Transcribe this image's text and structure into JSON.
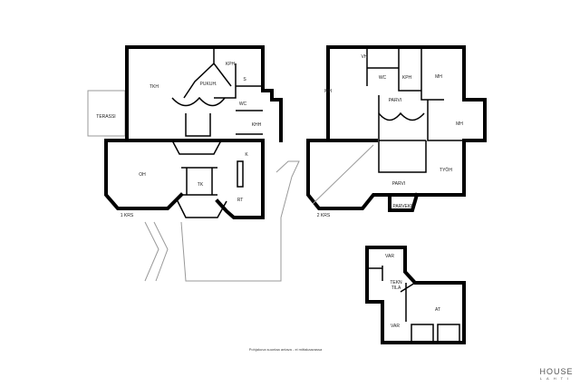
{
  "floor1": {
    "title": "1 KRS",
    "rooms": {
      "tkh": "TKH",
      "pukuh": "PUKUH.",
      "kph": "KPH",
      "s": "S",
      "wc": "WC",
      "khh": "KHH",
      "k": "K",
      "oh": "OH",
      "tk": "TK",
      "rt": "RT",
      "terassi": "TERASSI"
    }
  },
  "floor2": {
    "title": "2 KRS",
    "rooms": {
      "mh1": "MH",
      "vh": "VH",
      "wc": "WC",
      "kph": "KPH",
      "mh2": "MH",
      "parvi1": "PARVI",
      "mh3": "MH",
      "tyoh": "TYÖH",
      "parvi2": "PARVI",
      "parveke": "PARVEKE"
    }
  },
  "basement": {
    "rooms": {
      "var1": "VAR",
      "tekn1": "TEKN",
      "tekn2": "TILA",
      "at": "AT",
      "var2": "VAR"
    }
  },
  "footnote": "Pohjakuva suuntaa antava - ei mittakaavassa",
  "logo": {
    "line1": "HOUSE",
    "line2": "LAHTI"
  }
}
